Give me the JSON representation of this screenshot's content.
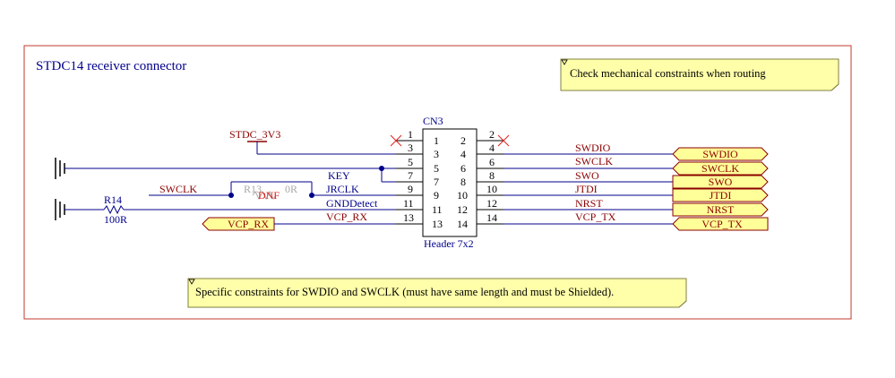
{
  "title": "STDC14 receiver connector",
  "notes": {
    "routing": "Check mechanical constraints when routing",
    "shielding": "Specific constraints for SWDIO and SWCLK (must have same length and must be Shielded)."
  },
  "connector": {
    "designator": "CN3",
    "part": "Header 7x2",
    "left_pins": [
      "1",
      "3",
      "5",
      "7",
      "9",
      "11",
      "13"
    ],
    "right_pins": [
      "2",
      "4",
      "6",
      "8",
      "10",
      "12",
      "14"
    ]
  },
  "power": {
    "label": "STDC_3V3"
  },
  "resistor_r14": {
    "designator": "R14",
    "value": "100R"
  },
  "resistor_r13": {
    "designator": "R13",
    "value": "0R",
    "status": "DNF"
  },
  "left_nets": {
    "swclk": "SWCLK",
    "key": "KEY",
    "jrclk": "JRCLK",
    "gnddetect": "GNDDetect",
    "vcp_rx": "VCP_RX"
  },
  "right_nets": [
    "SWDIO",
    "SWCLK",
    "SWO",
    "JTDI",
    "NRST",
    "VCP_TX"
  ],
  "ports": {
    "right": [
      "SWDIO",
      "SWCLK",
      "SWO",
      "JTDI",
      "NRST",
      "VCP_TX"
    ],
    "left": "VCP_RX"
  },
  "colors": {
    "frame": "#c0392b",
    "wire": "#00008b",
    "net_label": "#8b0000",
    "port_fill": "#ffff99",
    "note_fill": "#ffffaa",
    "no_connect": "#e0201b",
    "dnf_part": "#a8a8a8"
  }
}
